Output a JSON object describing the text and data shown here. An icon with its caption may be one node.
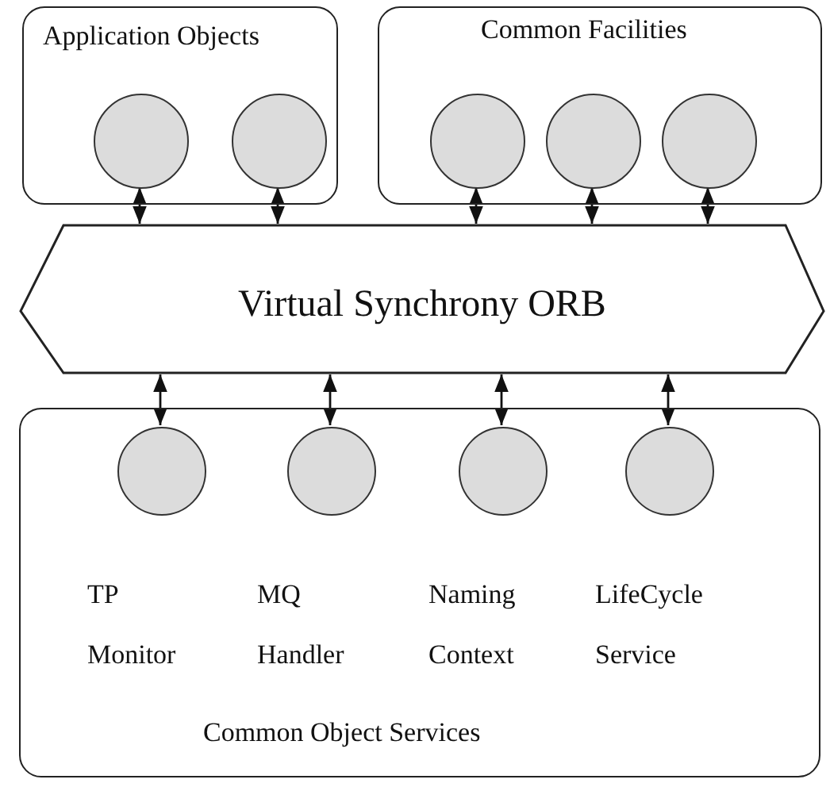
{
  "diagram": {
    "nodes": [
      {
        "text": [
          "Application Objects"
        ]
      },
      {
        "text": [],
        "shape": "circle",
        "in": 0
      },
      {
        "text": [],
        "shape": "circle",
        "in": 0
      },
      {
        "text": [
          "Common Facilities"
        ]
      },
      {
        "text": [],
        "shape": "circle",
        "in": 3
      },
      {
        "text": [],
        "shape": "circle",
        "in": 3
      },
      {
        "text": [],
        "shape": "circle",
        "in": 3
      },
      {
        "text": [
          "Virtual Synchrony ORB"
        ]
      },
      {
        "text": [
          "Common Object Services"
        ]
      },
      {
        "text": [],
        "shape": "circle",
        "in": 8,
        "beside": [
          "TP Monitor"
        ]
      },
      {
        "text": [],
        "shape": "circle",
        "in": 8,
        "beside": [
          "MQ Handler"
        ]
      },
      {
        "text": [],
        "shape": "circle",
        "in": 8,
        "beside": [
          "Naming Context"
        ]
      },
      {
        "text": [],
        "shape": "circle",
        "in": 8,
        "beside": [
          "LifeCycle Service"
        ]
      }
    ],
    "edges": [
      {
        "from": 1,
        "to": 7,
        "arrow": "both"
      },
      {
        "from": 2,
        "to": 7,
        "arrow": "both"
      },
      {
        "from": 4,
        "to": 7,
        "arrow": "both"
      },
      {
        "from": 5,
        "to": 7,
        "arrow": "both"
      },
      {
        "from": 6,
        "to": 7,
        "arrow": "both"
      },
      {
        "from": 7,
        "to": 9,
        "arrow": "both"
      },
      {
        "from": 7,
        "to": 10,
        "arrow": "both"
      },
      {
        "from": 7,
        "to": 11,
        "arrow": "both"
      },
      {
        "from": 7,
        "to": 12,
        "arrow": "both"
      }
    ]
  }
}
